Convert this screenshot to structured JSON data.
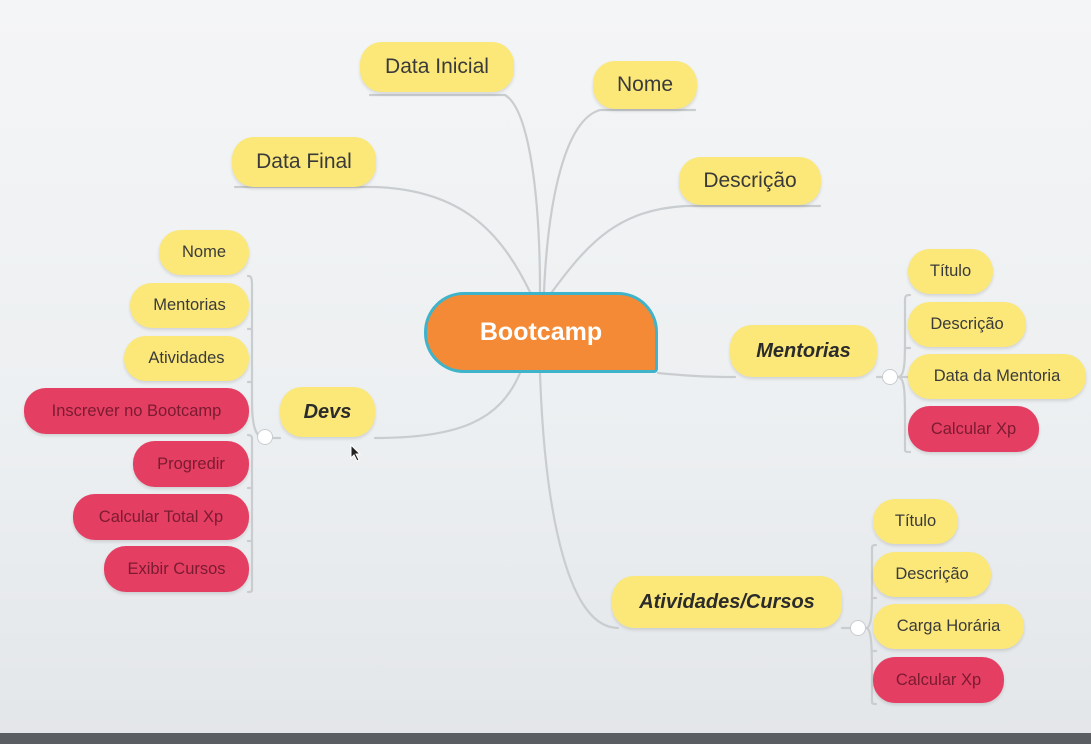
{
  "mindmap": {
    "root": "Bootcamp",
    "top_nodes": {
      "data_inicial": "Data Inicial",
      "nome": "Nome",
      "data_final": "Data Final",
      "descricao": "Descrição"
    },
    "devs": {
      "label": "Devs",
      "attributes": [
        "Nome",
        "Mentorias",
        "Atividades"
      ],
      "methods": [
        "Inscrever no Bootcamp",
        "Progredir",
        "Calcular Total Xp",
        "Exibir Cursos"
      ]
    },
    "mentorias": {
      "label": "Mentorias",
      "attributes": [
        "Título",
        "Descrição",
        "Data da Mentoria"
      ],
      "methods": [
        "Calcular Xp"
      ]
    },
    "atividades": {
      "label": "Atividades/Cursos",
      "attributes": [
        "Título",
        "Descrição",
        "Carga Horária"
      ],
      "methods": [
        "Calcular Xp"
      ]
    }
  },
  "colors": {
    "attribute": "#fbe878",
    "method": "#e53e63",
    "root": "#f48a35",
    "root_border": "#3fb3c9",
    "connector": "#c9cdd0"
  },
  "icons": {
    "cursor": "mouse-pointer-icon",
    "hub": "collapse-hub-icon"
  }
}
